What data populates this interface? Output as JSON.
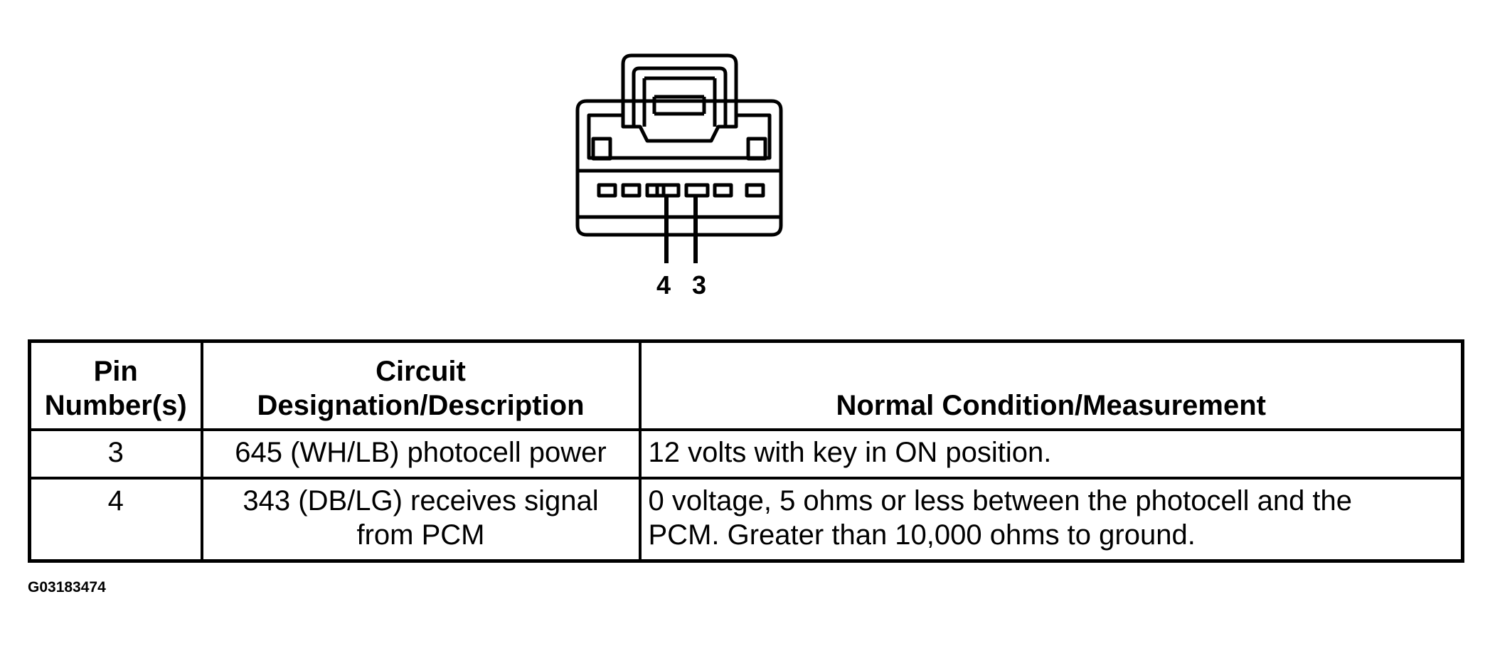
{
  "connector": {
    "pin_labels": [
      "4",
      "3"
    ]
  },
  "table": {
    "headers": [
      "Pin\nNumber(s)",
      "Circuit\nDesignation/Description",
      "Normal Condition/Measurement"
    ],
    "rows": [
      {
        "pin": "3",
        "circuit": "645 (WH/LB) photocell power",
        "condition": "12 volts with key in ON position."
      },
      {
        "pin": "4",
        "circuit": "343 (DB/LG) receives signal\nfrom PCM",
        "condition": "0 voltage, 5 ohms or less between the photocell and the\nPCM. Greater than 10,000 ohms to ground."
      }
    ]
  },
  "figure_id": "G03183474"
}
